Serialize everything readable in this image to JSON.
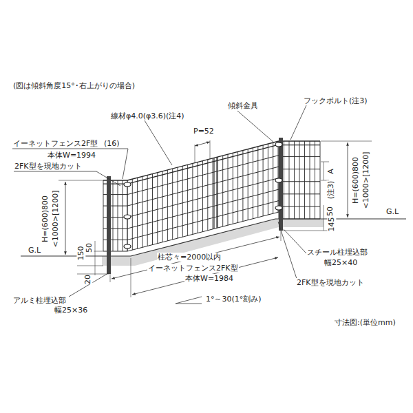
{
  "diagram": {
    "labels": [
      "(図は傾斜角度15°･右上がりの場合)",
      "線材φ4.0(φ3.6)(注4)",
      "傾斜金具",
      "フックボルト(注3)",
      "P=52",
      "イーネットフェンス2F型",
      "(16)",
      "本体W=1994",
      "2FK型を現地カット",
      "H=(600)800",
      "<1000>[1200]",
      "150",
      "50",
      "20",
      "G.L",
      "アルミ柱埋込部",
      "幅25×36",
      "柱芯々=2000以内",
      "イーネットフェンス2FK型",
      "本体W=1984",
      "1°～30(1°刻み)",
      "A",
      "(注3)",
      "H=(600)800",
      "<1000>[1200]",
      "50",
      "145",
      "G.L",
      "スチール柱埋込部",
      "幅25×40",
      "2FK型を現地カット",
      "寸法図:(単位mm)"
    ]
  }
}
